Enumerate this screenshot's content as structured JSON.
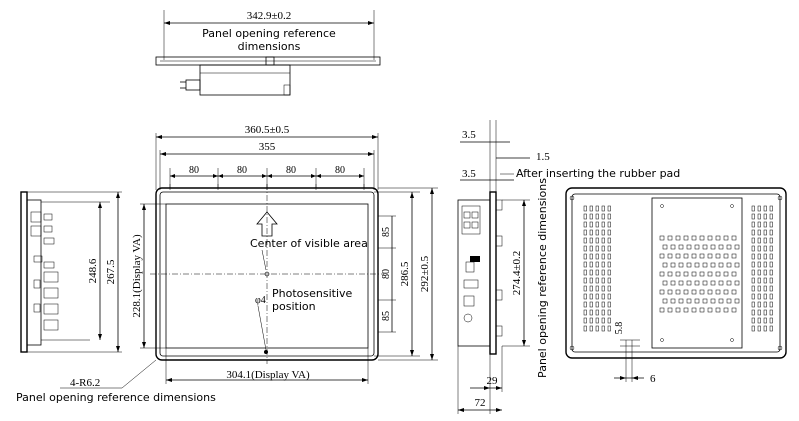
{
  "top_view": {
    "width_dim": "342.9±0.2",
    "note": "Panel opening reference dimensions"
  },
  "front_view": {
    "overall_width": "360.5±0.5",
    "inner_width": "355",
    "spacings": [
      "80",
      "80",
      "80",
      "80"
    ],
    "display_height": "228.1(Display VA)",
    "display_width": "304.1(Display VA)",
    "right_dims": [
      "85",
      "80",
      "85"
    ],
    "height_inner": "286.5",
    "height_outer": "292±0.5",
    "center_label": "Center of visible area",
    "sensor_symbol": "φ4",
    "sensor_label": "Photosensitive position",
    "corner_radius": "4-R6.2",
    "panel_note": "Panel opening reference dimensions"
  },
  "left_view": {
    "dim_inner": "248.6",
    "dim_outer": "267.5"
  },
  "side_view": {
    "dim_top1": "3.5",
    "dim_top2": "3.5",
    "dim_gap": "1.5",
    "rubber_note": "After inserting the rubber pad",
    "height_dim": "274.4±0.2",
    "depth_inner": "29",
    "depth_outer": "72",
    "vertical_note": "Panel opening reference dimensions"
  },
  "rear_view": {
    "slot_dim": "5.8",
    "slot_width": "6"
  }
}
